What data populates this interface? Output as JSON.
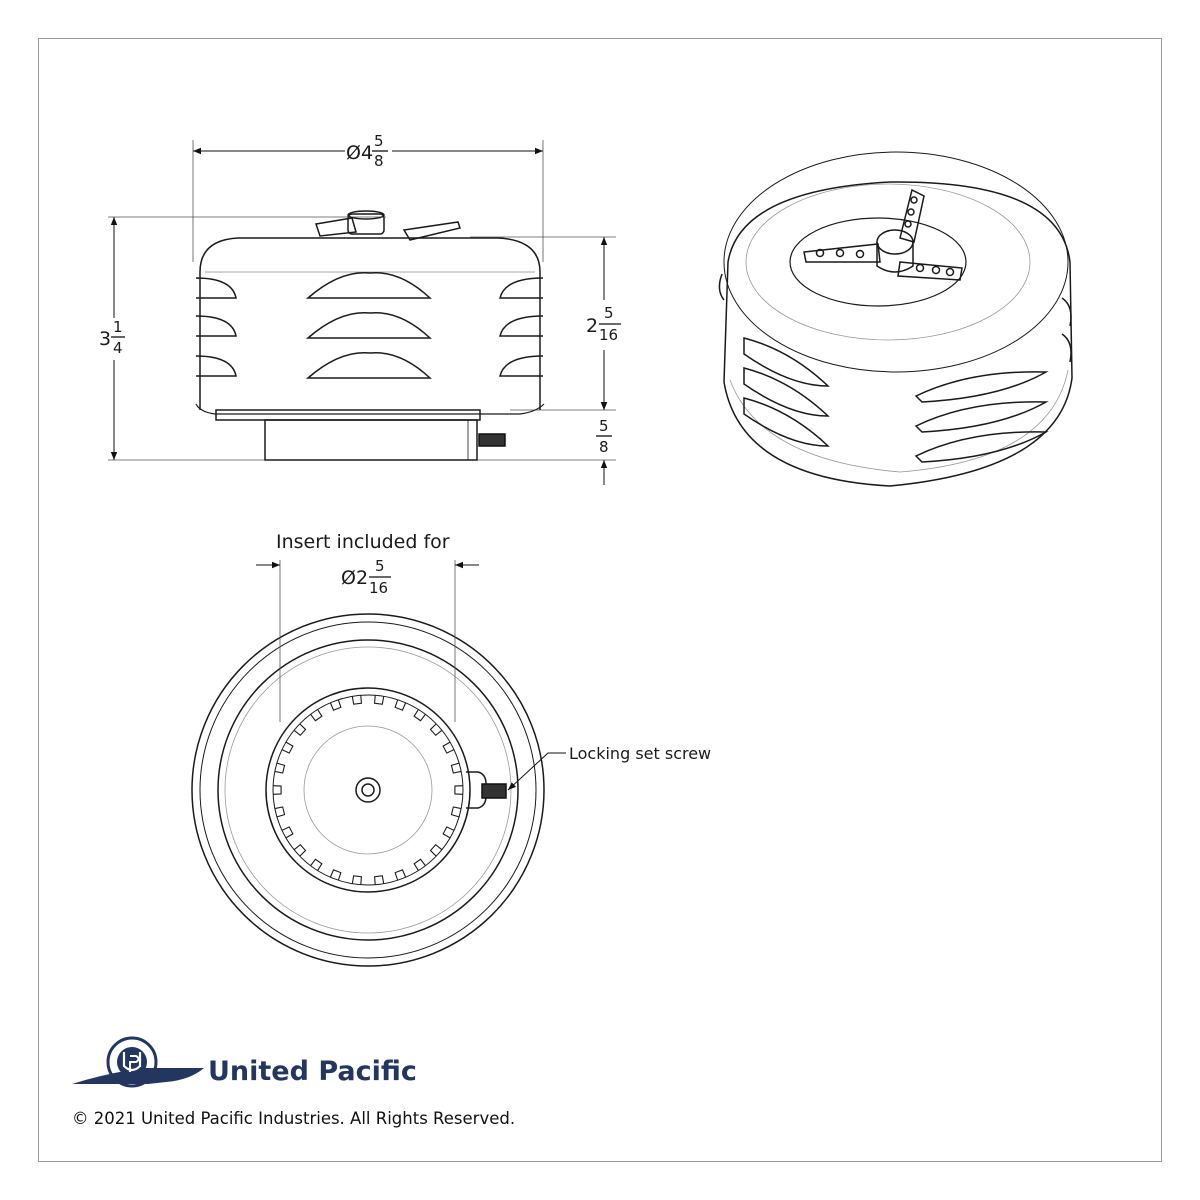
{
  "dimensions": {
    "overall_diameter": {
      "prefix": "Ø4",
      "num": "5",
      "den": "8"
    },
    "overall_height": {
      "prefix": "3",
      "num": "1",
      "den": "4"
    },
    "body_height": {
      "prefix": "2",
      "num": "5",
      "den": "16"
    },
    "base_height": {
      "prefix": "",
      "num": "5",
      "den": "8"
    },
    "insert_diameter": {
      "prefix": "Ø2",
      "num": "5",
      "den": "16"
    }
  },
  "labels": {
    "insert_note": "Insert included for",
    "set_screw": "Locking set screw"
  },
  "brand": {
    "name": "United Pacific",
    "color": "#23365f",
    "copyright": "© 2021 United Pacific Industries. All Rights Reserved."
  }
}
